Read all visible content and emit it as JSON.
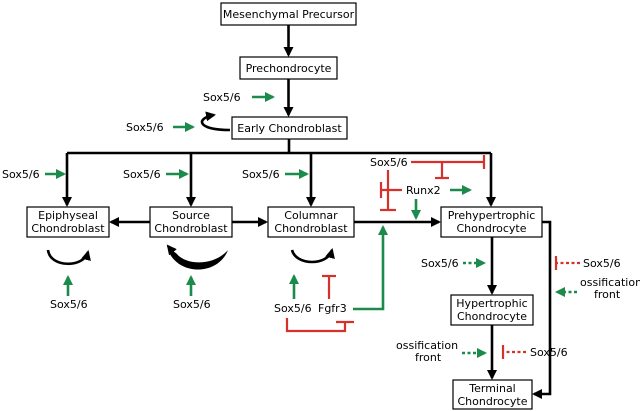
{
  "colors": {
    "activation": "#1b8a4a",
    "inhibition": "#d6312b",
    "lineage": "#000000"
  },
  "cells": {
    "mesenchymal": "Mesenchymal Precursor",
    "prechondrocyte": "Prechondrocyte",
    "early": "Early Chondroblast",
    "epiphyseal": [
      "Epiphyseal",
      "Chondroblast"
    ],
    "source": [
      "Source",
      "Chondroblast"
    ],
    "columnar": [
      "Columnar",
      "Chondroblast"
    ],
    "prehypertrophic": [
      "Prehypertrophic",
      "Chondrocyte"
    ],
    "hypertrophic": [
      "Hypertrophic",
      "Chondrocyte"
    ],
    "terminal": [
      "Terminal",
      "Chondrocyte"
    ]
  },
  "regulators": {
    "sox": "Sox5/6",
    "runx2": "Runx2",
    "fgfr3": "Fgfr3",
    "ossification": [
      "ossification",
      "front"
    ]
  }
}
